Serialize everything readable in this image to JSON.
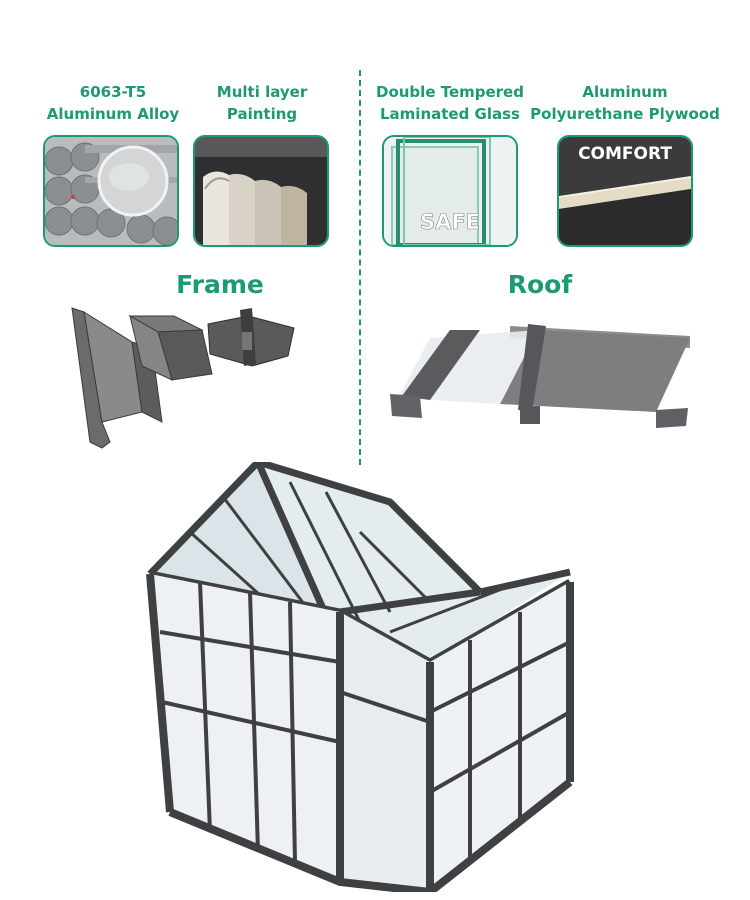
{
  "materials": [
    {
      "line1": "6063-T5",
      "line2": "Aluminum Alloy",
      "image": "aluminum-rods-image"
    },
    {
      "line1": "Multi layer",
      "line2": "Painting",
      "image": "paint-layers-image"
    },
    {
      "line1": "Double Tempered",
      "line2": "Laminated Glass",
      "image": "laminated-glass-image",
      "overlay": "SAFE"
    },
    {
      "line1": "Aluminum",
      "line2": "Polyurethane Plywood",
      "image": "polyurethane-panel-image",
      "overlay": "COMFORT"
    }
  ],
  "sections": {
    "frame": "Frame",
    "roof": "Roof"
  },
  "colors": {
    "accent": "#1c9a74",
    "frame_metal": "#4a4a4c",
    "glass": "#dfe8ec"
  }
}
